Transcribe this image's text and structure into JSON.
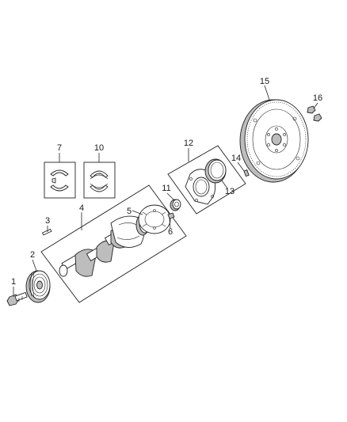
{
  "callouts": {
    "c1": "1",
    "c2": "2",
    "c3": "3",
    "c4": "4",
    "c5": "5",
    "c6": "6",
    "c7": "7",
    "c10": "10",
    "c11": "11",
    "c12": "12",
    "c13": "13",
    "c14": "14",
    "c15": "15",
    "c16": "16"
  },
  "colors": {
    "line": "#222222",
    "background": "#ffffff",
    "shade": "#bdbdbd"
  }
}
